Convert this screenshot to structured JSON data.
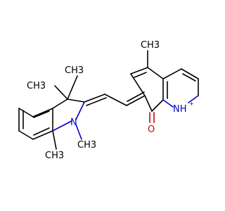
{
  "molecule": {
    "atoms": {
      "methyl_1": "CH3",
      "methyl_2": "CH3",
      "methyl_3": "CH3",
      "methyl_4": "CH3",
      "methyl_5": "CH3",
      "indoline_n": "N",
      "quinoline_nh": "NH",
      "charge": "+",
      "carbonyl_o": "O"
    }
  },
  "colors": {
    "bond": "#000000",
    "nitrogen": "#0000cc",
    "oxygen": "#cc0000"
  }
}
